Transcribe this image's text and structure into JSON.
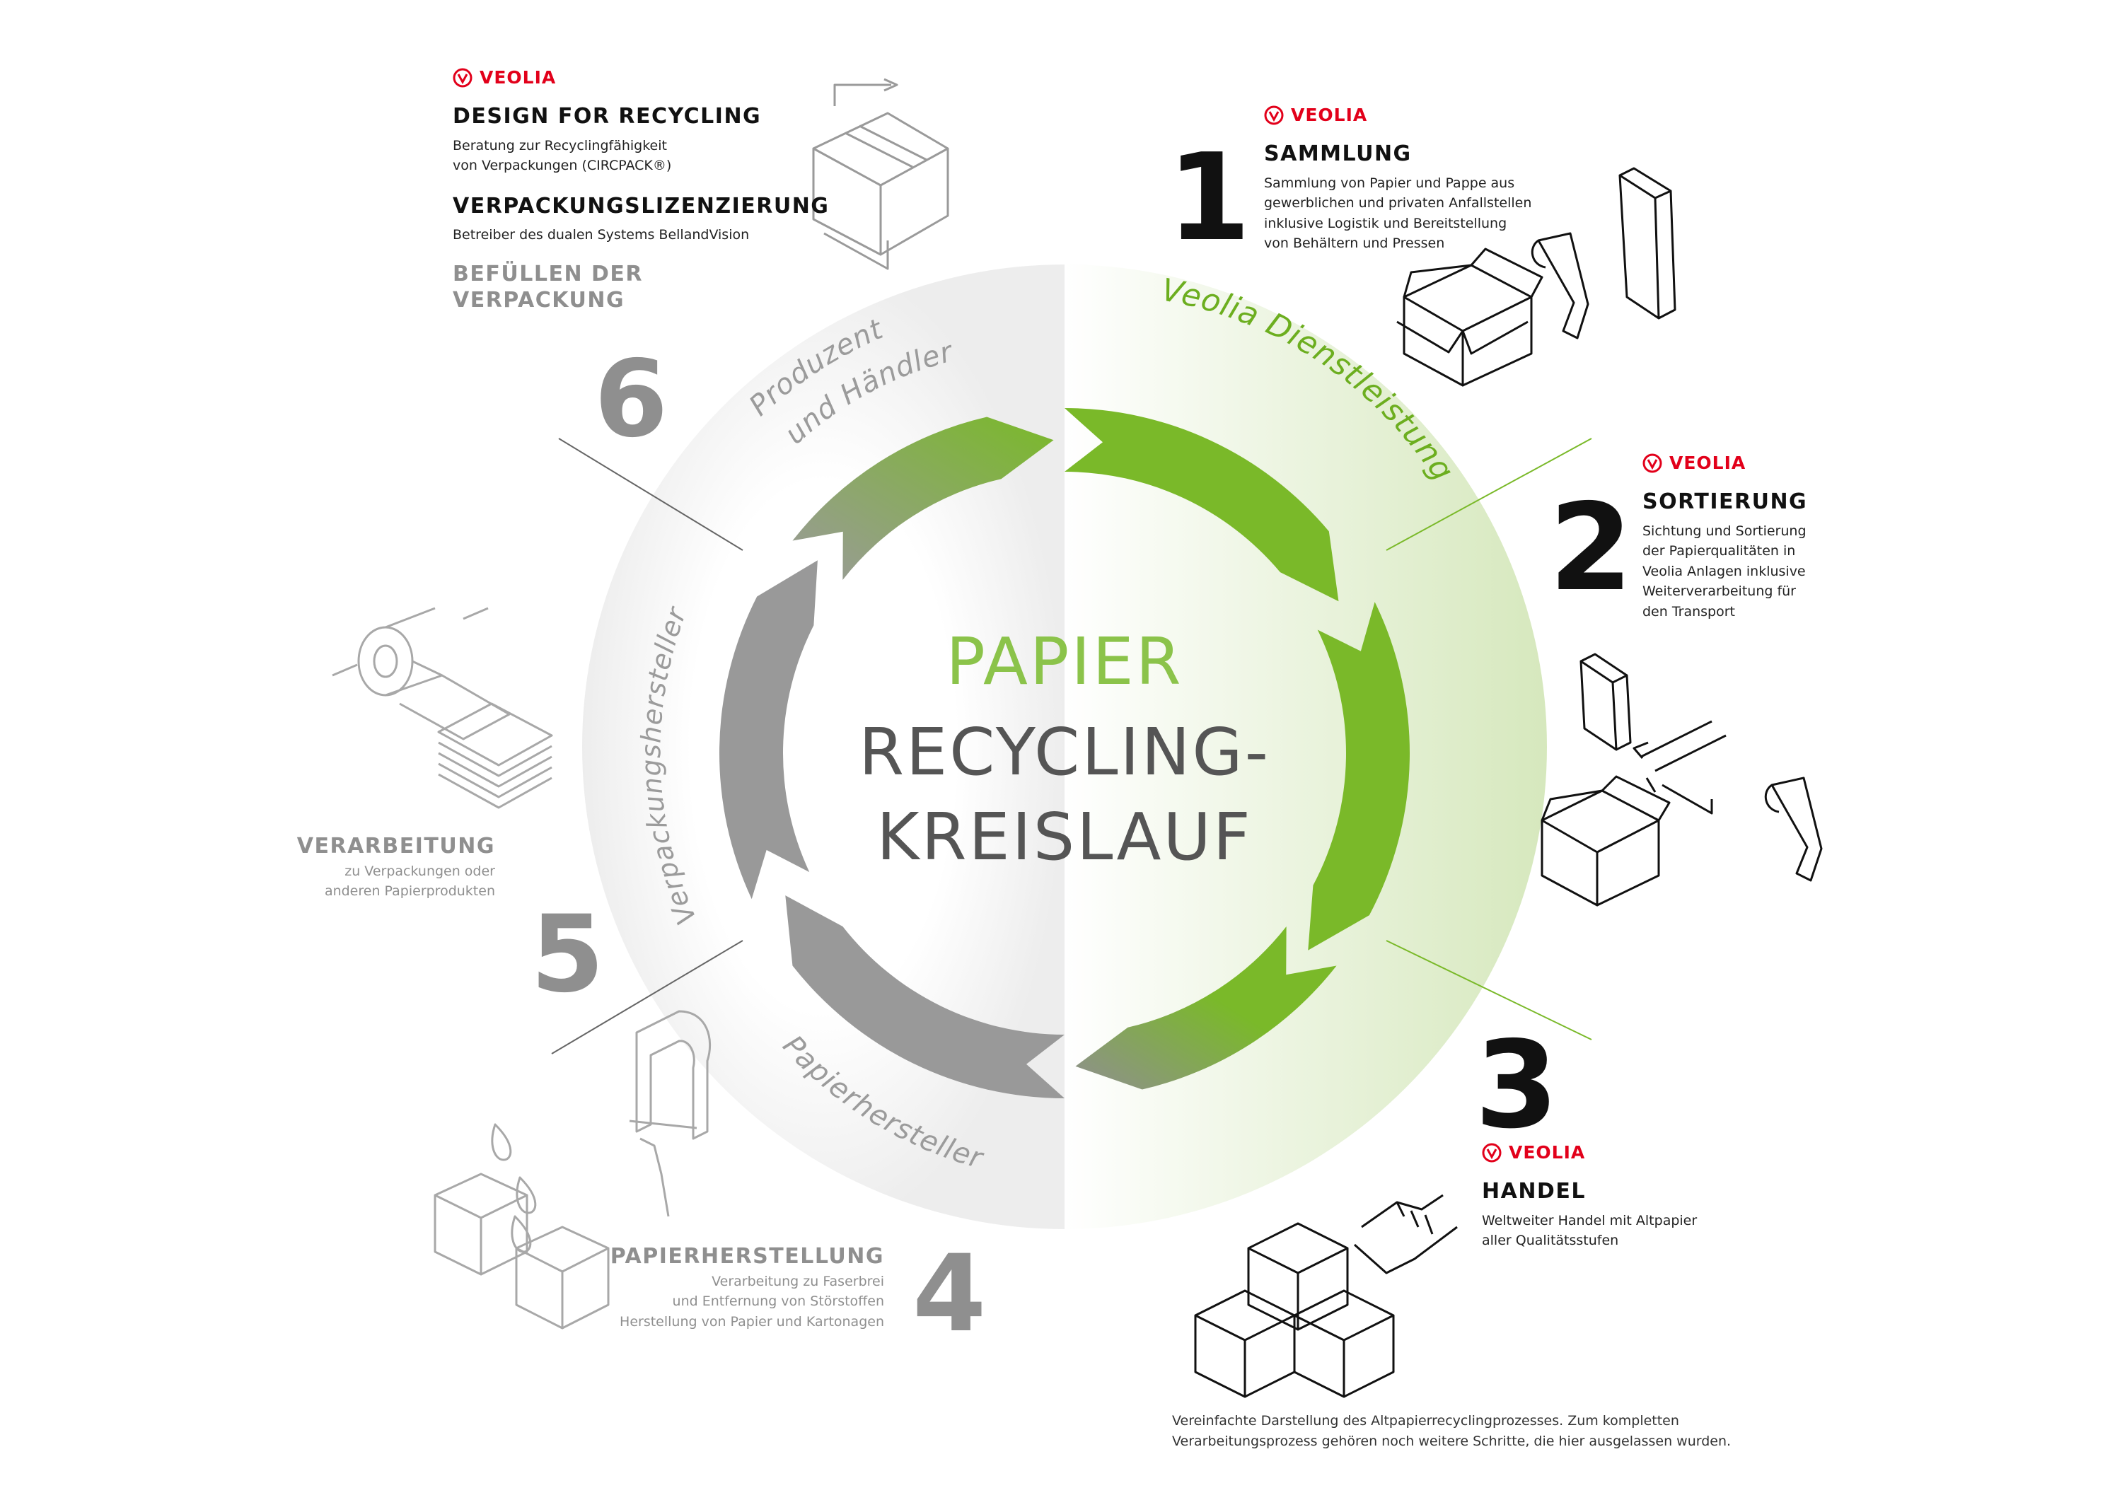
{
  "brand": {
    "logo_text": "VEOLIA",
    "color": "#e2001a"
  },
  "colors": {
    "green": "#7ab929",
    "grey": "#8f8f8f",
    "dark": "#111111"
  },
  "center": {
    "title_line1": "PAPIER",
    "title_line2": "RECYCLING-",
    "title_line3": "KREISLAUF"
  },
  "ring_labels": {
    "veolia": "Veolia Dienstleistung",
    "producer_line1": "Produzent",
    "producer_line2": "und Händler",
    "packaging": "Verpackungshersteller",
    "paper": "Papierhersteller"
  },
  "top_left": {
    "design_title": "DESIGN FOR RECYCLING",
    "design_desc": "Beratung zur Recyclingfähigkeit\nvon Verpackungen (CIRCPACK®)",
    "license_title": "VERPACKUNGSLIZENZIERUNG",
    "license_desc": "Betreiber des dualen Systems BellandVision",
    "fill_title_line1": "BEFÜLLEN DER",
    "fill_title_line2": "VERPACKUNG"
  },
  "steps": [
    {
      "number": "1",
      "title": "SAMMLUNG",
      "desc": "Sammlung von Papier und Pappe aus\ngewerblichen und privaten Anfallstellen\ninklusive Logistik und Bereitstellung\nvon Behältern und Pressen"
    },
    {
      "number": "2",
      "title": "SORTIERUNG",
      "desc": "Sichtung und Sortierung\nder Papierqualitäten in\nVeolia Anlagen inklusive\nWeiterverarbeitung für\nden Transport"
    },
    {
      "number": "3",
      "title": "HANDEL",
      "desc": "Weltweiter Handel mit Altpapier\naller Qualitätsstufen"
    },
    {
      "number": "4",
      "title": "PAPIERHERSTELLUNG",
      "desc": "Verarbeitung zu Faserbrei\nund Entfernung von Störstoffen\nHerstellung von Papier und Kartonagen"
    },
    {
      "number": "5",
      "title": "VERARBEITUNG",
      "desc": "zu Verpackungen oder\nanderen Papierprodukten"
    },
    {
      "number": "6"
    }
  ],
  "footnote": "Vereinfachte Darstellung des Altpapierrecyclingprozesses. Zum kompletten\nVerarbeitungsprozess gehören noch weitere Schritte, die hier ausgelassen wurden."
}
